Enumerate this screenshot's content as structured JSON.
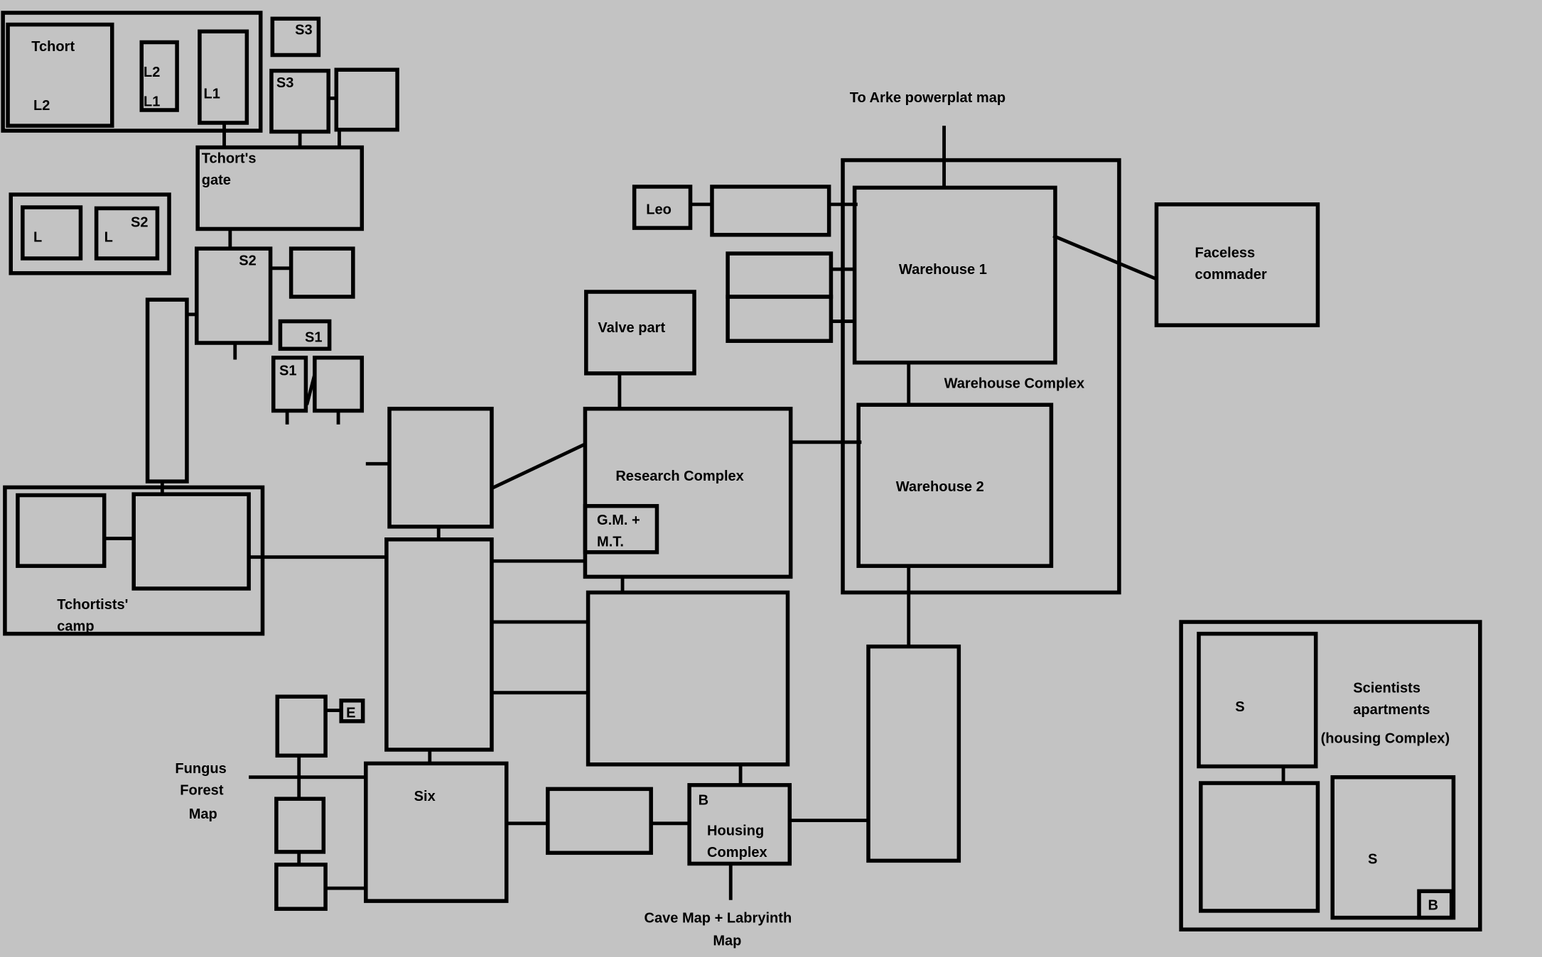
{
  "title": "Base map",
  "background": "#c3c3c3",
  "line_color": "#000000",
  "labels": {
    "tchort": "Tchort",
    "tchort_l2": "L2",
    "l2_small": "L2",
    "l1_small": "L1",
    "l1_tall": "L1",
    "s3_top": "S3",
    "s3_mid": "S3",
    "gate_1": "Tchort's",
    "gate_2": "gate",
    "l_left": "L",
    "l_right": "L",
    "s2_small": "S2",
    "s2_room": "S2",
    "s1_top": "S1",
    "s1_room": "S1",
    "camp_1": "Tchortists'",
    "camp_2": "camp",
    "arke": "To Arke powerplat map",
    "leo": "Leo",
    "warehouse1": "Warehouse 1",
    "warehouse_complex": "Warehouse Complex",
    "warehouse2": "Warehouse 2",
    "faceless_1": "Faceless",
    "faceless_2": "commader",
    "valve": "Valve part",
    "research": "Research Complex",
    "gm_1": "G.M. +",
    "gm_2": "M.T.",
    "e": "E",
    "fungus_1": "Fungus",
    "fungus_2": "Forest",
    "fungus_3": "Map",
    "six": "Six",
    "housing_b": "B",
    "housing_1": "Housing",
    "housing_2": "Complex",
    "cave_1": "Cave Map + Labryinth",
    "cave_2": "Map",
    "sci_1": "Scientists",
    "sci_2": "apartments",
    "sci_3": "(housing Complex)",
    "apt_s1": "S",
    "apt_s2": "S",
    "apt_b": "B"
  }
}
